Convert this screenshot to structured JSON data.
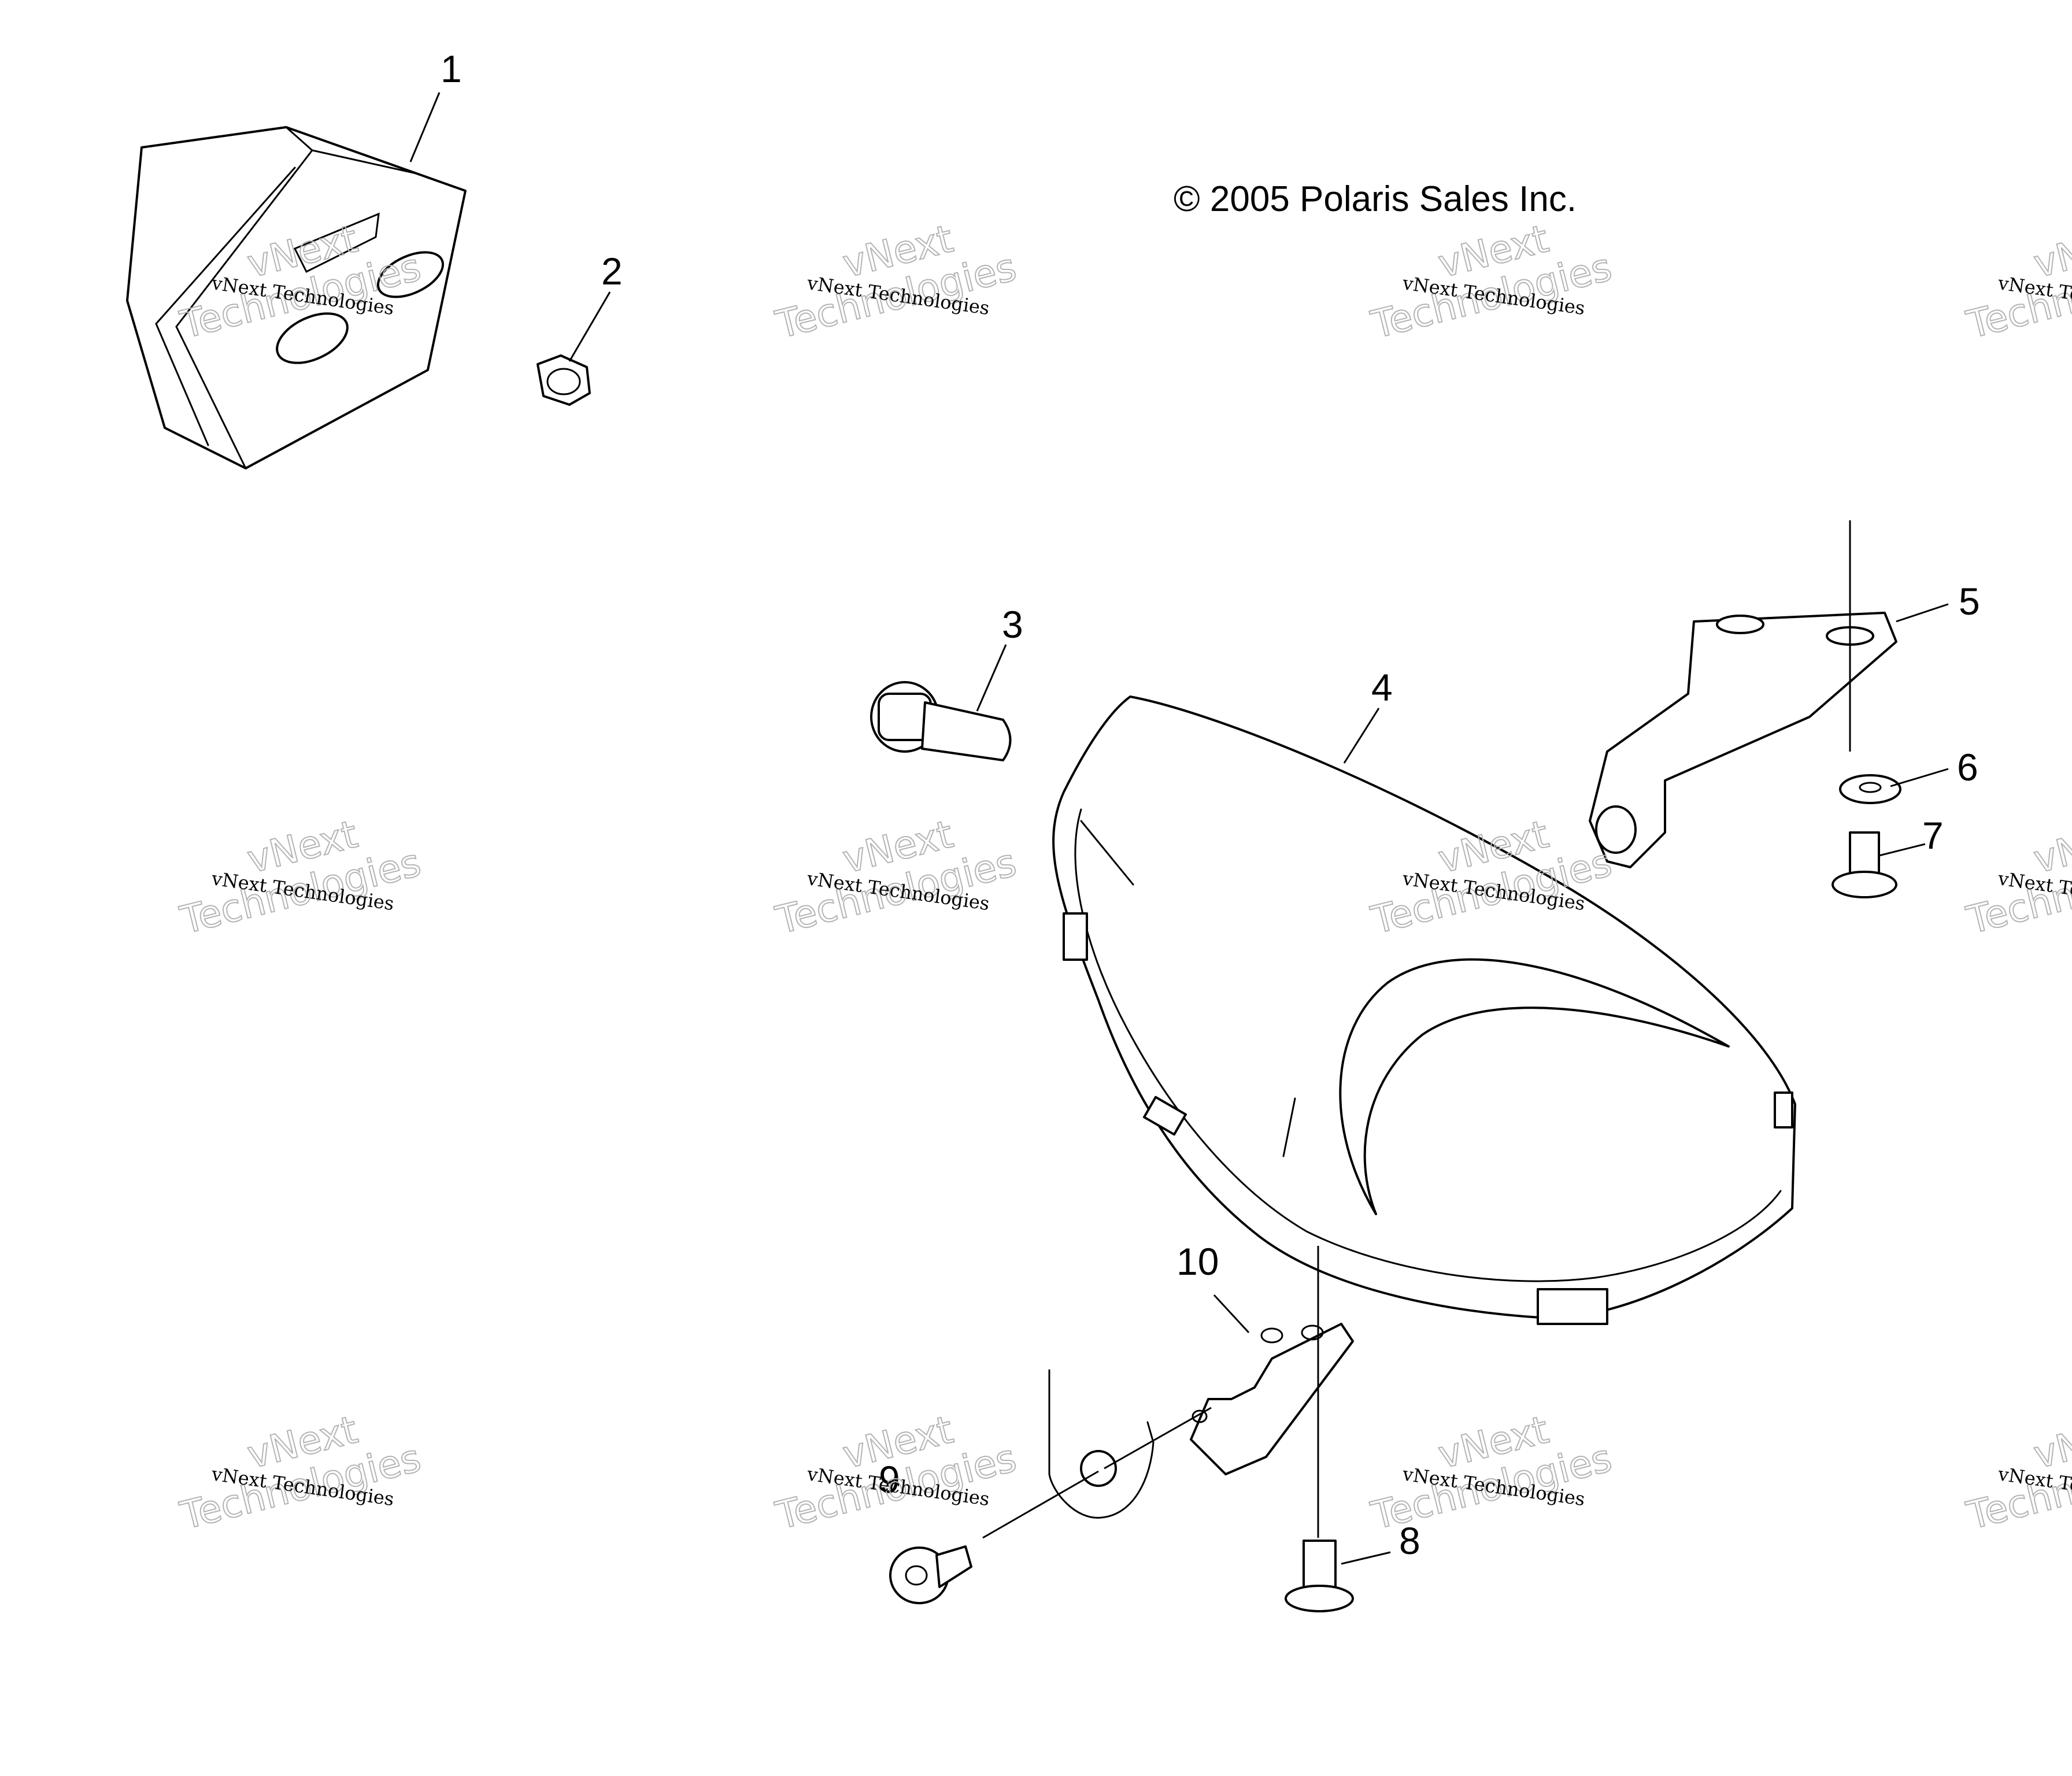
{
  "copyright": "© 2005 Polaris Sales Inc.",
  "watermark": {
    "line1": "vNext Technologies",
    "line2_top": "vNext",
    "line2_bottom": "Technologies"
  },
  "callouts": [
    "1",
    "2",
    "3",
    "4",
    "5",
    "6",
    "7",
    "8",
    "9",
    "10"
  ]
}
